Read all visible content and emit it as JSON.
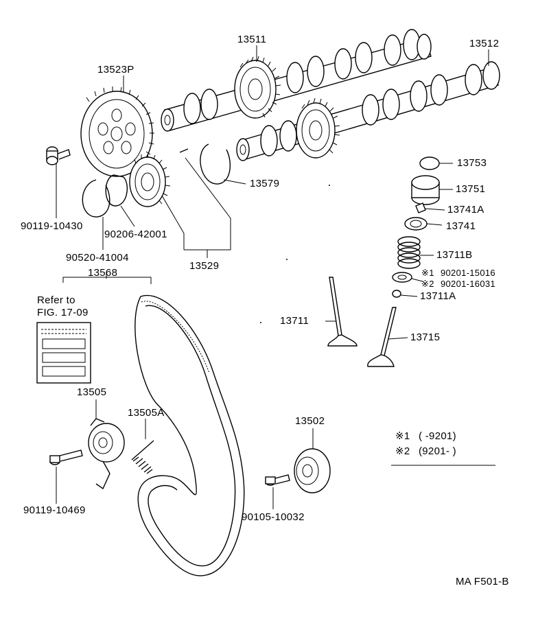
{
  "parts": {
    "p13511": "13511",
    "p13512": "13512",
    "p13523P": "13523P",
    "p90119_10430": "90119-10430",
    "p90206_42001": "90206-42001",
    "p90520_41004": "90520-41004",
    "p13529": "13529",
    "p13579": "13579",
    "p13753": "13753",
    "p13751": "13751",
    "p13741A": "13741A",
    "p13741": "13741",
    "p13711B": "13711B",
    "p90201_15016": "90201-15016",
    "p90201_16031": "90201-16031",
    "p13711A": "13711A",
    "p13711": "13711",
    "p13715": "13715",
    "p13568": "13568",
    "p13505": "13505",
    "p13505A": "13505A",
    "p90119_10469": "90119-10469",
    "p13502": "13502",
    "p90105_10032": "90105-10032"
  },
  "marks": {
    "mark1": "※1",
    "mark2": "※2"
  },
  "refer": {
    "line1": "Refer to",
    "line2": "FIG. 17-09"
  },
  "legend": {
    "row1_mark": "※1",
    "row1_range": "(      -9201)",
    "row2_mark": "※2",
    "row2_range": "(9201-      )"
  },
  "footer": {
    "code": "MA  F501-B"
  }
}
